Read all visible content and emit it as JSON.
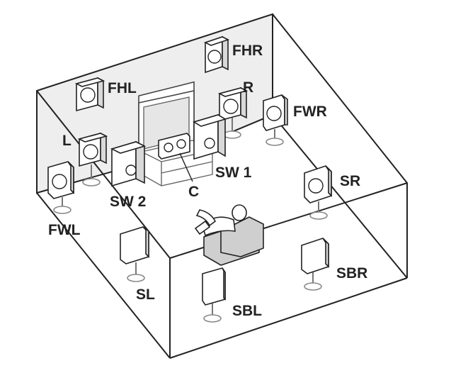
{
  "speakers": {
    "fhl": "FHL",
    "fhr": "FHR",
    "l": "L",
    "r": "R",
    "fwr": "FWR",
    "fwl": "FWL",
    "sw1": "SW 1",
    "sw2": "SW 2",
    "c": "C",
    "sr": "SR",
    "sl": "SL",
    "sbr": "SBR",
    "sbl": "SBL"
  }
}
